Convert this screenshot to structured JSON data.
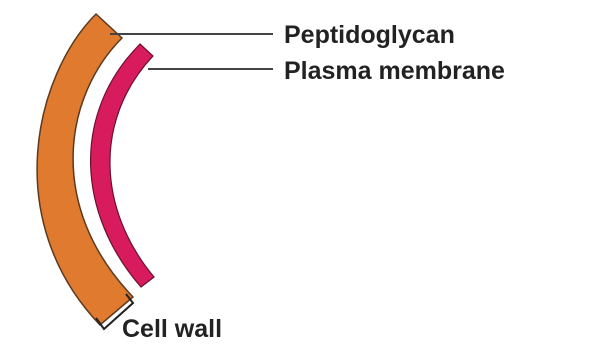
{
  "labels": {
    "peptidoglycan": "Peptidoglycan",
    "plasma_membrane": "Plasma membrane",
    "cell_wall": "Cell wall"
  },
  "colors": {
    "peptidoglycan": "#E07A2E",
    "peptidoglycan_outline": "#5a3a20",
    "plasma_membrane": "#D81B5C",
    "plasma_membrane_outline": "#6a1030",
    "leader_line": "#444444",
    "text": "#222222"
  }
}
